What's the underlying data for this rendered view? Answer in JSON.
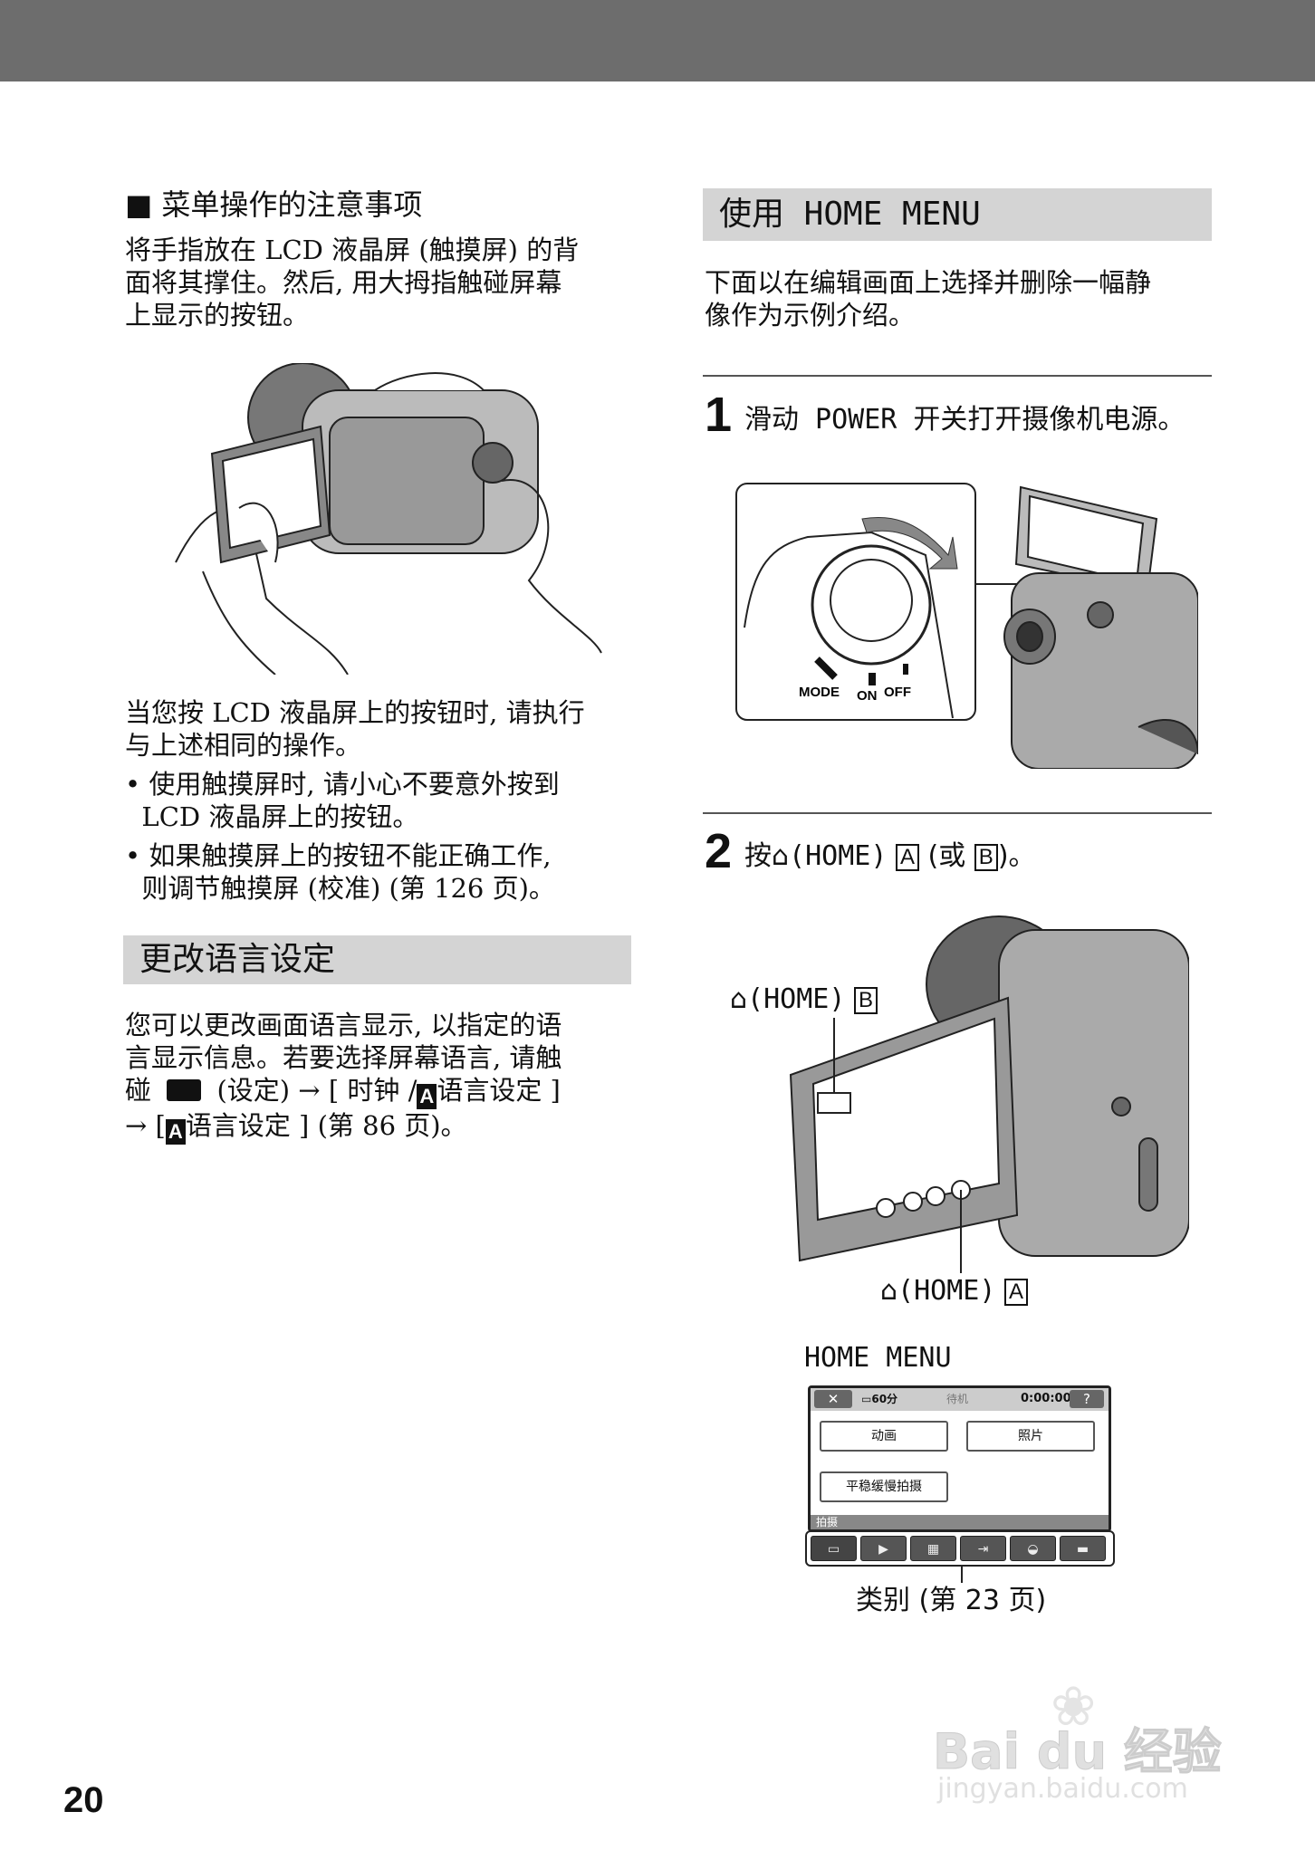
{
  "left": {
    "heading": "■ 菜单操作的注意事项",
    "para1": [
      "将手指放在 LCD 液晶屏 (触摸屏) 的背",
      "面将其撑住。然后, 用大拇指触碰屏幕",
      "上显示的按钮。"
    ],
    "para2": [
      "当您按 LCD 液晶屏上的按钮时, 请执行",
      "与上述相同的操作。"
    ],
    "bullets": [
      [
        "• 使用触摸屏时, 请小心不要意外按到",
        "  LCD 液晶屏上的按钮。"
      ],
      [
        "• 如果触摸屏上的按钮不能正确工作,",
        "  则调节触摸屏 (校准) (第 126 页)。"
      ]
    ],
    "section_title": "更改语言设定",
    "para3": [
      "您可以更改画面语言显示, 以指定的语",
      "言显示信息。若要选择屏幕语言, 请触"
    ],
    "para3_line3": {
      "a": "碰",
      "b": "(设定) → [ 时钟 /",
      "c": "语言设定 ]"
    },
    "para3_line4": {
      "a": "→ [",
      "b": "语言设定 ] (第 86 页)。"
    }
  },
  "right": {
    "section_title": "使用 HOME MENU",
    "para": [
      "下面以在编辑画面上选择并删除一幅静",
      "像作为示例介绍。"
    ],
    "step1": {
      "num": "1",
      "text": "滑动 POWER 开关打开摄像机电源。"
    },
    "dial_labels": {
      "mode": "MODE",
      "on": "ON",
      "off": "OFF"
    },
    "step2": {
      "num": "2",
      "a": "按",
      "b": "(HOME)",
      "c": "A",
      "d": "(或",
      "e": "B",
      "f": ")。"
    },
    "callout_b": {
      "text": "(HOME)",
      "box": "B"
    },
    "callout_a": {
      "text": "(HOME)",
      "box": "A"
    },
    "home_menu_label": "HOME MENU",
    "screen": {
      "close": "✕",
      "battery": "60分",
      "status": "待机",
      "time": "0:00:00",
      "help": "?",
      "buttons": [
        "动画",
        "照片",
        "平稳缓慢拍摄"
      ],
      "category": "拍摄"
    },
    "caption": "类别 (第 23 页)"
  },
  "page_number": "20",
  "watermark": {
    "brand": "Bai du 经验",
    "url": "jingyan.baidu.com"
  }
}
